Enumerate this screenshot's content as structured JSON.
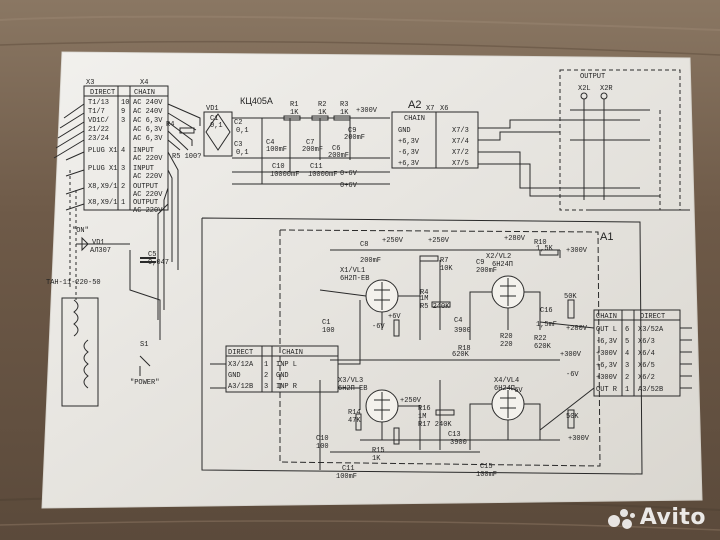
{
  "labels": {
    "vd1_top": "VD1",
    "vd1_part": "КЦ405А",
    "a2": "A2",
    "a1": "A1",
    "output_hdr": "OUTPUT",
    "x2l": "X2L",
    "x2r": "X2R",
    "on": "\"ON\"",
    "vd1_led": "VD1",
    "vd1_led_part": "АЛ307",
    "c5": "C5",
    "c5_val": "0,047",
    "transformer": "ТАН-11-220-50",
    "s1": "S1",
    "power": "\"POWER\"",
    "tube1": "X1/VL1",
    "tube1_type": "6Н2П-ЕВ",
    "tube2": "X2/VL2",
    "tube2_type": "6Н24П",
    "tube3": "X3/VL3",
    "tube3_type": "6Н2П-ЕВ",
    "tube4": "X4/VL4",
    "tube4_type": "6Н24П",
    "v250a": "+250V",
    "v250b": "+250V",
    "v280a": "+280V",
    "v300a": "+300V",
    "v300b": "+300V",
    "v300c": "+300V",
    "v280b": "+280V",
    "v250c": "+250V",
    "neg6a": "-6V",
    "neg6b": "-6V",
    "neg6c": "-6V",
    "p6": "+6V",
    "r10": "R10",
    "r10v": "1,5K",
    "k50a": "50K",
    "k50b": "50K",
    "r7": "R7",
    "r7v": "10K",
    "c8": "C8",
    "c8v": "200mF",
    "c9": "C9",
    "c9v": "200mF",
    "r5": "R5 240K",
    "r4": "R4",
    "r4v": "1M",
    "c4": "C4",
    "c4v": "3900",
    "c1": "C1",
    "c1v": "100",
    "c10": "C10",
    "c10v": "100",
    "c11": "C11",
    "c11v": "100mF",
    "c15": "C15",
    "c15v": "100mF",
    "c16": "C16",
    "c16v": "1,5mF",
    "r17": "R17 240K",
    "c13": "C13",
    "c13v": "3900",
    "r18": "R18",
    "r18v": "620K",
    "r20": "R20",
    "r20v": "220",
    "r22": "R22",
    "r22v": "620K",
    "r14": "R14",
    "r14v": "47K",
    "r16": "R16",
    "r16v": "1M",
    "r15": "R15",
    "r15v": "1K",
    "r1": "R1",
    "r1v": "1K",
    "r2": "R2",
    "r2v": "1K",
    "r3": "R3",
    "r3v": "1K",
    "p300top": "+300V",
    "c2v": "0,1",
    "c3v": "0,1",
    "c4a": "C4",
    "c4av": "100mF",
    "c7": "C7",
    "c7v": "200mF",
    "c6": "C6",
    "c6v": "200mF",
    "c10a": "C10",
    "c10av": "10000mF",
    "c11a": "C11",
    "c11av": "10000mF",
    "c9a": "C9",
    "c9av": "200mF",
    "p6v": "0+6V",
    "n6v": "0-6V",
    "r4a": "R4",
    "rs": "R5 100?",
    "c1a": "C1",
    "c1av": "0,1",
    "c2a": "C2",
    "c3a": "C3",
    "x3": "X3",
    "x4": "X4",
    "x7": "X7",
    "x6": "X6"
  },
  "table_left": {
    "header": [
      "DIRECT",
      "CHAIN"
    ],
    "rows": [
      [
        "T1/13",
        "10",
        "AC 240V"
      ],
      [
        "T1/7",
        "9",
        "AC 240V"
      ],
      [
        "VD1C/",
        "3",
        "AC 6,3V"
      ],
      [
        "21/22",
        "",
        "AC 6,3V"
      ],
      [
        "23/24",
        "",
        "AC 6,3V"
      ],
      [
        "PLUG X1",
        "4",
        "INPUT"
      ],
      [
        "",
        "",
        "AC 220V"
      ],
      [
        "PLUG X1",
        "3",
        "INPUT"
      ],
      [
        "",
        "",
        "AC 220V"
      ],
      [
        "X8,X9/1",
        "2",
        "OUTPUT"
      ],
      [
        "",
        "",
        "AC 220V"
      ],
      [
        "X8,X9/1",
        "1",
        "OUTPUT"
      ],
      [
        "",
        "",
        "AC 220V"
      ]
    ]
  },
  "table_a2": {
    "header": [
      "CHAIN"
    ],
    "rows": [
      [
        "GND",
        "X7/3"
      ],
      [
        "+6,3V",
        "X7/4"
      ],
      [
        "-6,3V",
        "X7/2"
      ],
      [
        "+6,3V",
        "X7/5"
      ]
    ]
  },
  "table_input": {
    "header": [
      "DIRECT",
      "CHAIN"
    ],
    "rows": [
      [
        "X3/12A",
        "1",
        "INP L"
      ],
      [
        "GND",
        "2",
        "GND"
      ],
      [
        "A3/12B",
        "3",
        "INP R"
      ]
    ]
  },
  "table_right": {
    "header": [
      "CHAIN",
      "DIRECT"
    ],
    "rows": [
      [
        "OUT L",
        "6",
        "X3/52A"
      ],
      [
        "-6,3V",
        "5",
        "X6/3"
      ],
      [
        "+300V",
        "4",
        "X6/4"
      ],
      [
        "+6,3V",
        "3",
        "X6/5"
      ],
      [
        "+300V",
        "2",
        "X6/2"
      ],
      [
        "OUT R",
        "1",
        "A3/52B"
      ]
    ]
  },
  "watermark": {
    "word": "Avito"
  }
}
